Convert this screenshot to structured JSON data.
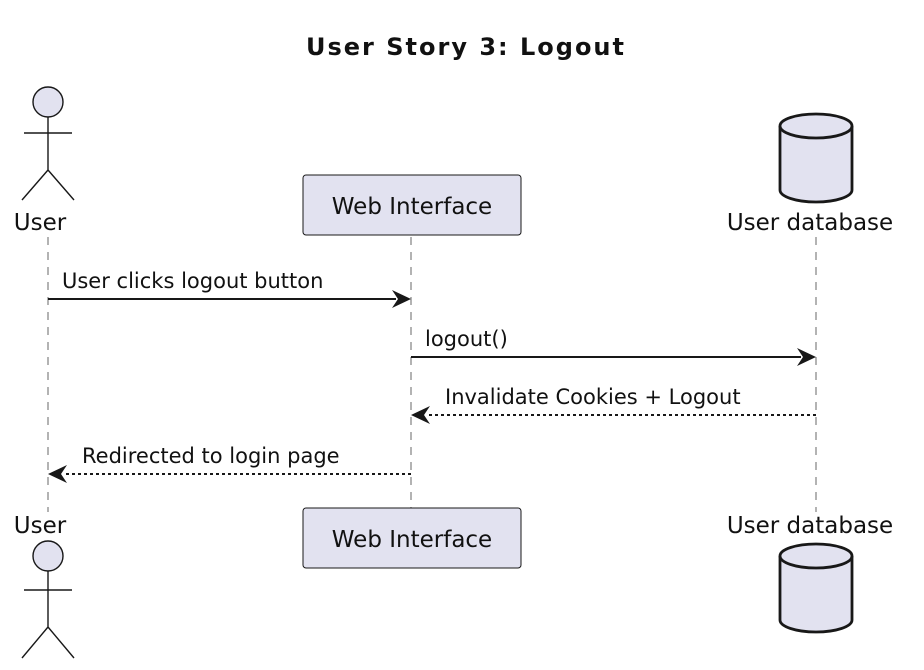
{
  "diagram": {
    "title": "User Story 3: Logout",
    "participants": [
      {
        "id": "user",
        "label": "User",
        "kind": "actor"
      },
      {
        "id": "web",
        "label": "Web Interface",
        "kind": "participant"
      },
      {
        "id": "db",
        "label": "User database",
        "kind": "database"
      }
    ],
    "messages": [
      {
        "from": "user",
        "to": "web",
        "label": "User clicks logout button",
        "style": "solid"
      },
      {
        "from": "web",
        "to": "db",
        "label": "logout()",
        "style": "solid"
      },
      {
        "from": "db",
        "to": "web",
        "label": "Invalidate Cookies + Logout",
        "style": "dashed"
      },
      {
        "from": "web",
        "to": "user",
        "label": "Redirected to login page",
        "style": "dashed"
      }
    ]
  },
  "colors": {
    "participant_fill": "#e2e2f0",
    "stroke": "#181818",
    "lifeline": "#8a8a8a"
  }
}
